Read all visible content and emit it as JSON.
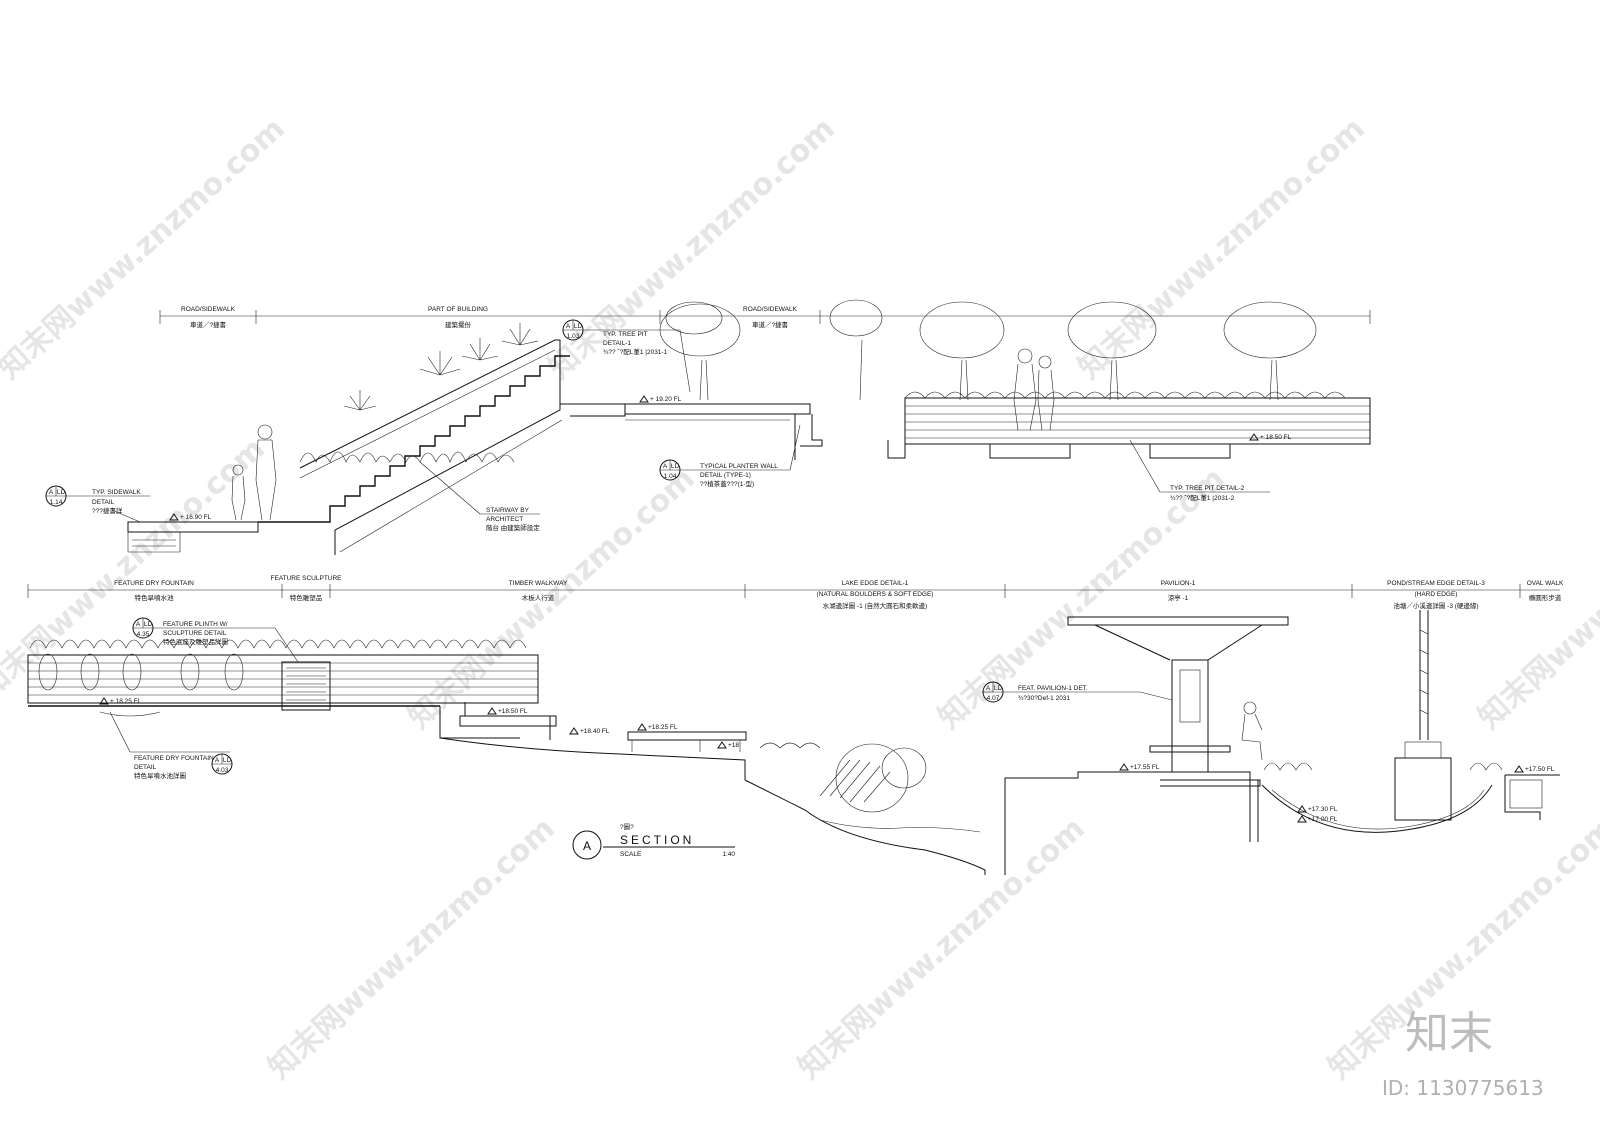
{
  "upper_section": {
    "zones": [
      {
        "label": "ROAD/SIDEWALK",
        "sub": "車道／?捷書"
      },
      {
        "label": "PART OF BUILDING",
        "sub": "建築擺份"
      },
      {
        "label": "ROAD/SIDEWALK",
        "sub": "車道／?捷書"
      }
    ],
    "callouts": [
      {
        "ref_top": "A",
        "ref_mid": "LD",
        "ref_num": "1.14",
        "lines": [
          "TYP. SIDEWALK",
          "DETAIL",
          "???捷書詳"
        ]
      },
      {
        "ref_top": "A",
        "ref_mid": "LD",
        "ref_num": "1.03",
        "lines": [
          "TYP. TREE PIT",
          "DETAIL-1",
          "¾?? ˘?配L堇1 |2031-1"
        ]
      },
      {
        "ref_top": "A",
        "ref_mid": "LD",
        "ref_num": "1.04",
        "lines": [
          "TYPICAL PLANTER WALL",
          "DETAIL (TYPE-1)",
          "??植茶蓋???(1-型)"
        ]
      }
    ],
    "notes": [
      {
        "lines": [
          "STAIRWAY BY",
          "ARCHITECT",
          "階台 由建築師設定"
        ]
      },
      {
        "lines": [
          "TYP. TREE PIT DETAIL-2",
          "¾?? ˘?配L堇1 |2031-2"
        ]
      }
    ],
    "levels": [
      "+ 16.90 FL",
      "+ 19.20 FL",
      "+ 18.50 FL"
    ]
  },
  "lower_section": {
    "zones": [
      {
        "label": "FEATURE DRY FOUNTAIN",
        "sub": "特色旱噴水池"
      },
      {
        "label": "FEATURE SCULPTURE",
        "sub": "特色雕塑品"
      },
      {
        "label": "TIMBER WALKWAY",
        "sub": "木板人行道"
      },
      {
        "label": "LAKE EDGE DETAIL-1",
        "sub2": "(NATURAL BOULDERS & SOFT EDGE)",
        "sub": "水湖邊詳圖 -1 (自然大圓石和柔軟邊)"
      },
      {
        "label": "PAVILION-1",
        "sub": "涼亭 -1"
      },
      {
        "label": "POND/STREAM EDGE DETAIL-3",
        "sub2": "(HARD EDGE)",
        "sub": "池塘／小溪邊詳圖 -3 (硬邊緣)"
      },
      {
        "label": "OVAL WALK",
        "sub": "橢圓形步道"
      }
    ],
    "callouts": [
      {
        "ref_top": "A",
        "ref_mid": "LD",
        "ref_num": "4.35",
        "lines": [
          "FEATURE PLINTH W/",
          "SCULPTURE DETAIL",
          "特色底座及雕塑品詳圖"
        ]
      },
      {
        "ref_top": "A",
        "ref_mid": "LD",
        "ref_num": "4.03",
        "lines": [
          "FEATURE DRY FOUNTAIN",
          "DETAIL",
          "特色旱噴水池詳圖"
        ]
      },
      {
        "ref_top": "A",
        "ref_mid": "LD",
        "ref_num": "4.07",
        "lines": [
          "FEAT. PAVILION-1 DET.",
          "¾?30?Def-1 2031"
        ]
      }
    ],
    "levels": [
      "+ 18.25 FL",
      "+18.50 FL",
      "+18.40 FL",
      "+18.25 FL",
      "+18",
      "+17.55 FL",
      "+17.50 FL",
      "+17.30 FL",
      "+17.00 FL"
    ]
  },
  "title_block": {
    "letter": "A",
    "chinese": "?圖?",
    "title": "SECTION",
    "scale_label": "SCALE",
    "scale_value": "1:40"
  },
  "watermark": {
    "text": "知末网www.znzmo.com",
    "logo": "知末",
    "id": "ID: 1130775613"
  }
}
